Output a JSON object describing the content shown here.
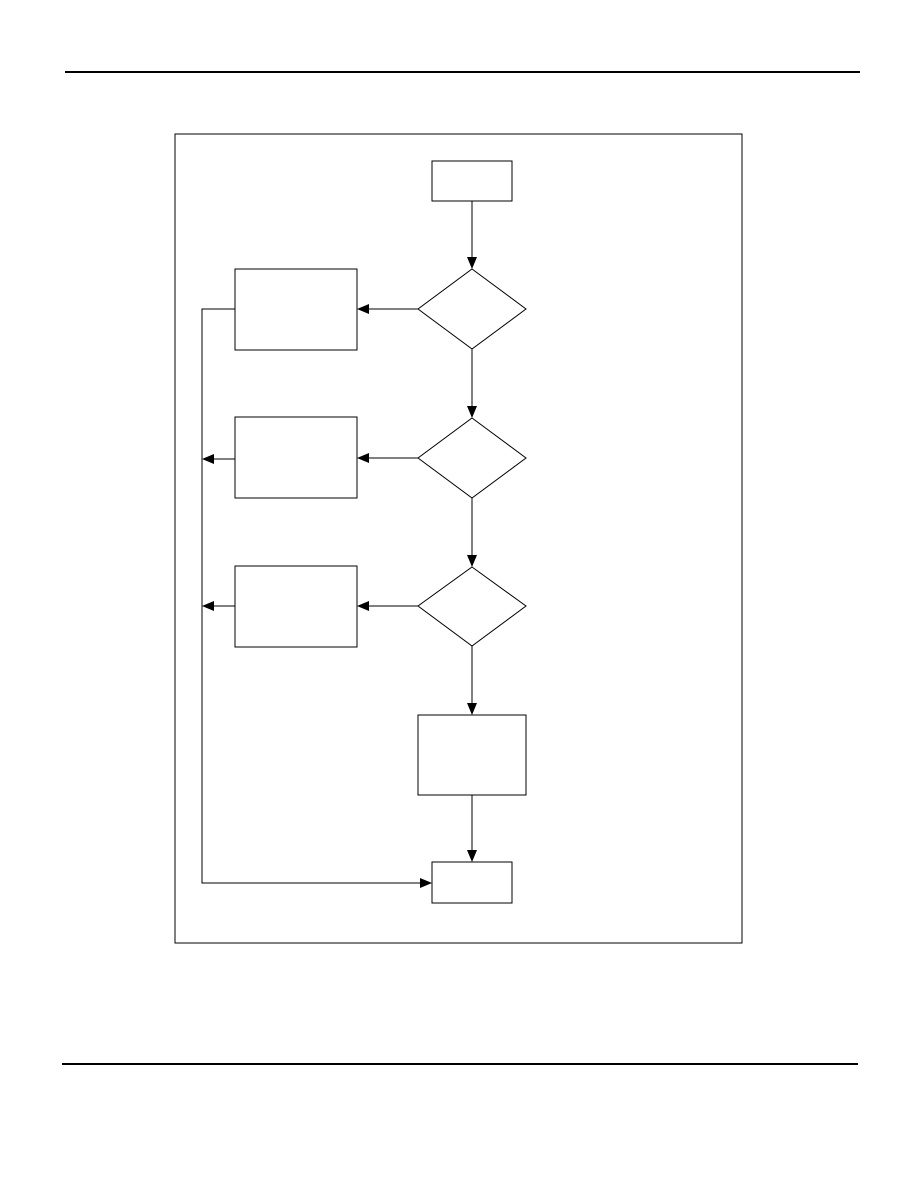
{
  "page": {
    "background": "#ffffff",
    "line_color": "#000000"
  },
  "flowchart": {
    "nodes": [
      {
        "id": "start",
        "shape": "rectangle",
        "label": ""
      },
      {
        "id": "decision-1",
        "shape": "diamond",
        "label": ""
      },
      {
        "id": "process-1",
        "shape": "rectangle",
        "label": ""
      },
      {
        "id": "decision-2",
        "shape": "diamond",
        "label": ""
      },
      {
        "id": "process-2",
        "shape": "rectangle",
        "label": ""
      },
      {
        "id": "decision-3",
        "shape": "diamond",
        "label": ""
      },
      {
        "id": "process-3",
        "shape": "rectangle",
        "label": ""
      },
      {
        "id": "process-4",
        "shape": "rectangle",
        "label": ""
      },
      {
        "id": "end",
        "shape": "rectangle",
        "label": ""
      }
    ],
    "edges": [
      {
        "from": "start",
        "to": "decision-1"
      },
      {
        "from": "decision-1",
        "to": "process-1"
      },
      {
        "from": "decision-1",
        "to": "decision-2"
      },
      {
        "from": "decision-2",
        "to": "process-2"
      },
      {
        "from": "decision-2",
        "to": "decision-3"
      },
      {
        "from": "decision-3",
        "to": "process-3"
      },
      {
        "from": "decision-3",
        "to": "process-4"
      },
      {
        "from": "process-4",
        "to": "end"
      },
      {
        "from": "process-1",
        "to": "end"
      },
      {
        "from": "process-2",
        "to": "end"
      },
      {
        "from": "process-3",
        "to": "end"
      }
    ]
  }
}
